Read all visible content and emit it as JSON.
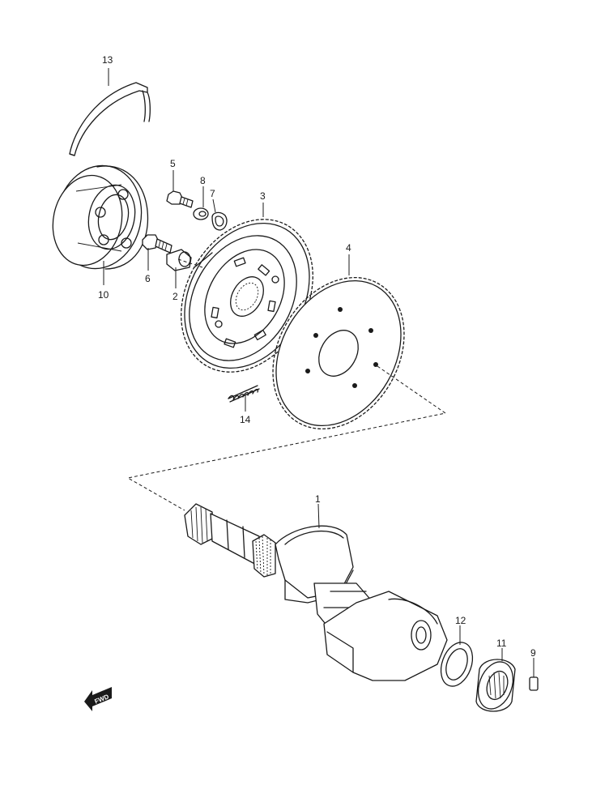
{
  "diagram": {
    "parts": [
      {
        "id": "1",
        "label": "1"
      },
      {
        "id": "2",
        "label": "2"
      },
      {
        "id": "3",
        "label": "3"
      },
      {
        "id": "4",
        "label": "4"
      },
      {
        "id": "5",
        "label": "5"
      },
      {
        "id": "6",
        "label": "6"
      },
      {
        "id": "7",
        "label": "7"
      },
      {
        "id": "8",
        "label": "8"
      },
      {
        "id": "9",
        "label": "9"
      },
      {
        "id": "10",
        "label": "10"
      },
      {
        "id": "11",
        "label": "11"
      },
      {
        "id": "12",
        "label": "12"
      },
      {
        "id": "13",
        "label": "13"
      },
      {
        "id": "14",
        "label": "14"
      }
    ],
    "direction_marker": {
      "text": "FWD",
      "icon": "forward-arrow-icon"
    },
    "colors": {
      "ink": "#1a1a1a",
      "paper": "#ffffff"
    }
  }
}
